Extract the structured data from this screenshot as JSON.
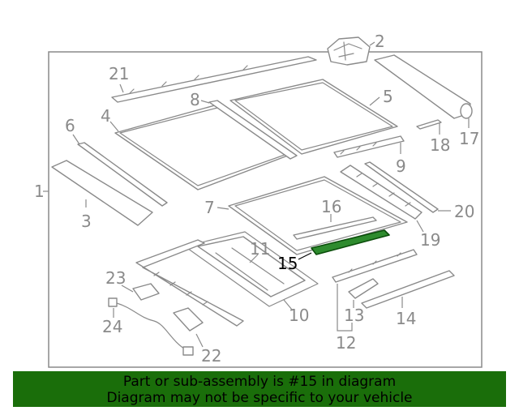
{
  "diagram": {
    "callouts": {
      "c1": "1",
      "c2": "2",
      "c3": "3",
      "c4": "4",
      "c5": "5",
      "c6": "6",
      "c7": "7",
      "c8": "8",
      "c9": "9",
      "c10": "10",
      "c11": "11",
      "c12": "12",
      "c13": "13",
      "c14": "14",
      "c15": "15",
      "c16": "16",
      "c17": "17",
      "c18": "18",
      "c19": "19",
      "c20": "20",
      "c21": "21",
      "c22": "22",
      "c23": "23",
      "c24": "24"
    },
    "highlighted_part": "15",
    "colors": {
      "line": "#8a8a8a",
      "highlight_fill": "#2e8b2e",
      "banner_bg": "#1a6e0a",
      "banner_text": "#000000"
    }
  },
  "banner": {
    "line1": "Part or sub-assembly is #15 in diagram",
    "line2": "Diagram may not be specific to your vehicle"
  }
}
